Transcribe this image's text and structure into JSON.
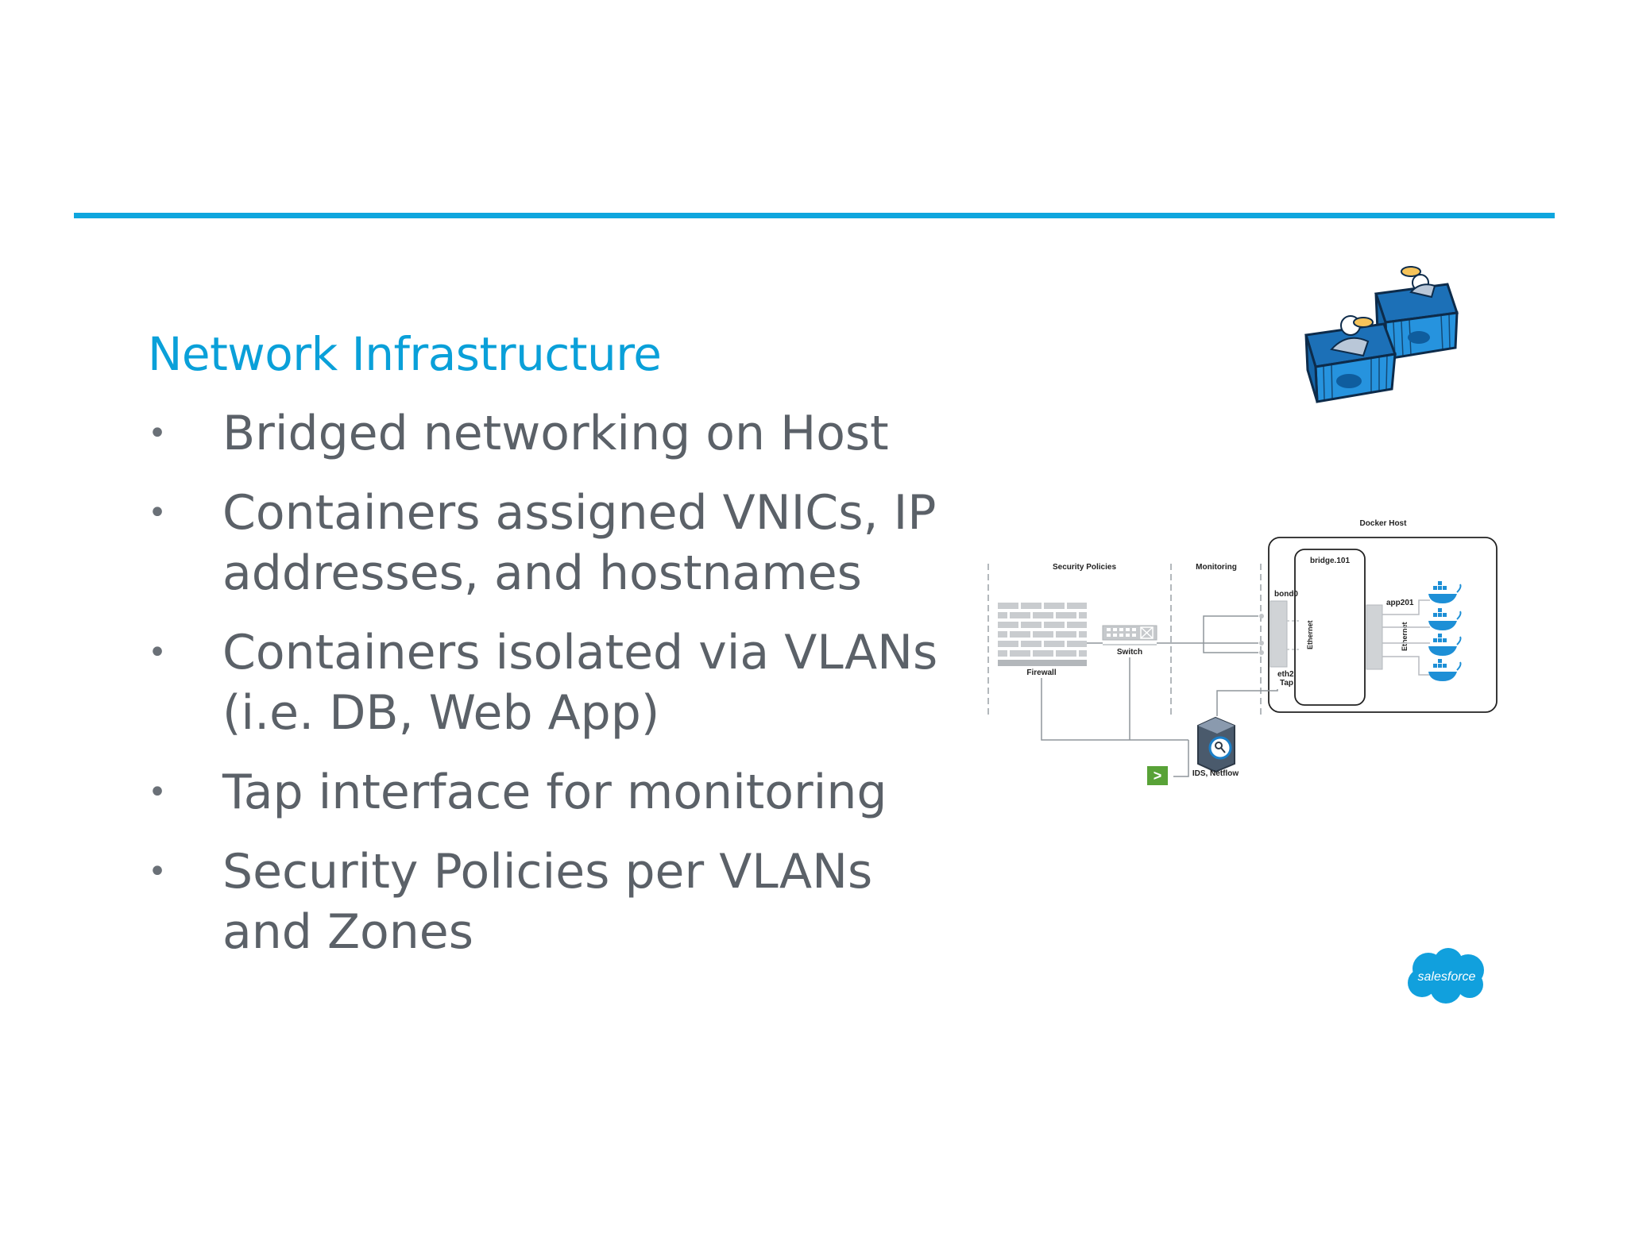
{
  "slide": {
    "title": "Network Infrastructure",
    "bullets": [
      {
        "symbol": "•",
        "text": "Bridged networking on Host"
      },
      {
        "symbol": "•",
        "text": "Containers assigned VNICs, IP addresses, and hostnames",
        "line1": "Containers assigned VNICs, IP",
        "line2": "addresses, and hostnames"
      },
      {
        "symbol": "•",
        "text": "Containers isolated via VLANs (i.e. DB, Web App)",
        "line1": "Containers isolated via VLANs",
        "line2": "(i.e. DB, Web App)"
      },
      {
        "symbol": "•",
        "text": "Tap interface for monitoring"
      },
      {
        "symbol": "•",
        "text": "Security Policies per VLANs and Zones",
        "line1": "Security Policies per VLANs",
        "line2": "and Zones"
      }
    ]
  },
  "diagram": {
    "zone_security": "Security Policies",
    "zone_monitoring": "Monitoring",
    "docker_host": "Docker Host",
    "bridge": "bridge.101",
    "bond": "bond0",
    "eth2": "eth2",
    "tap": "Tap",
    "app": "app201",
    "ethernet_left": "Ethernet",
    "ethernet_right": "Ethernet",
    "firewall": "Firewall",
    "switch": "Switch",
    "ids": "IDS, Netflow",
    "terminal_symbol": ">"
  },
  "logo": {
    "text": "salesforce"
  },
  "colors": {
    "accent": "#0fa6de",
    "title": "#0aa0d9",
    "body_text": "#5b6168",
    "docker_blue": "#1d8fd6",
    "terminal_green": "#58a237",
    "salesforce_blue": "#11a0dd"
  },
  "icons": [
    "docker-containers-illustration",
    "firewall-icon",
    "switch-icon",
    "ids-server-icon",
    "terminal-icon",
    "docker-whale-icon",
    "salesforce-logo"
  ]
}
